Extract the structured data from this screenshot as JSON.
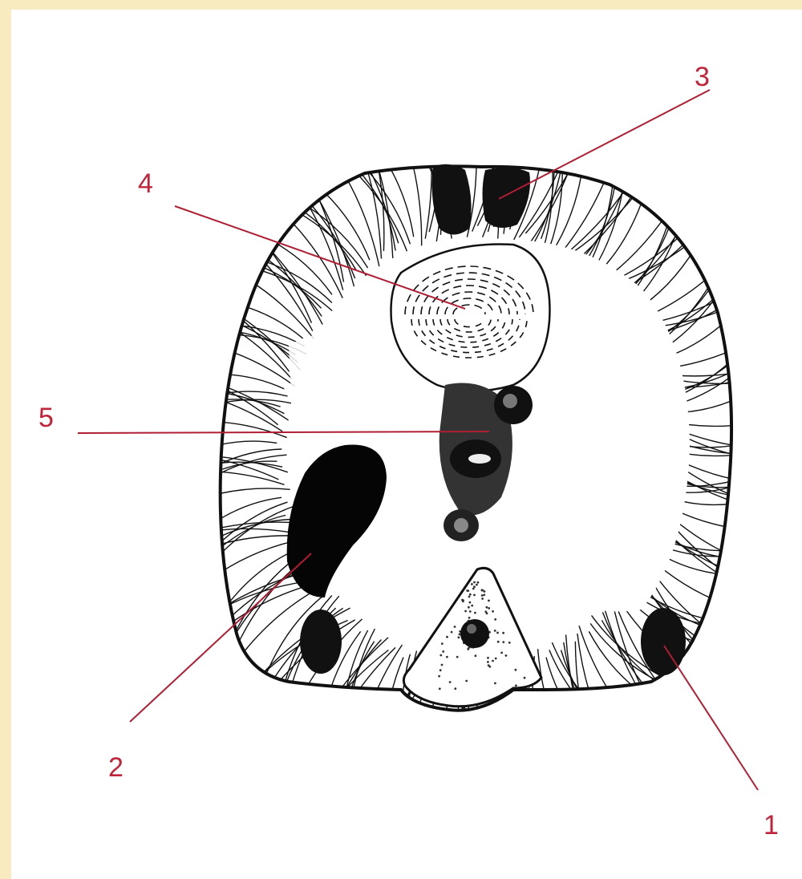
{
  "figure": {
    "labels": [
      {
        "id": "1",
        "text": "1"
      },
      {
        "id": "2",
        "text": "2"
      },
      {
        "id": "3",
        "text": "3"
      },
      {
        "id": "4",
        "text": "4"
      },
      {
        "id": "5",
        "text": "5"
      }
    ]
  },
  "colors": {
    "slide_border": "#f8ebbf",
    "label": "#c0243a",
    "ink": "#111111"
  }
}
